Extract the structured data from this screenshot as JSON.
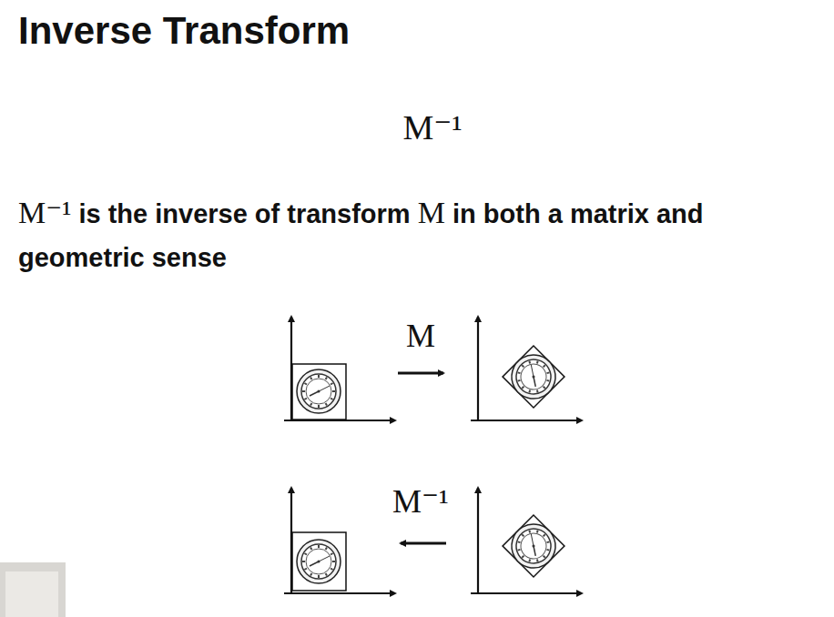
{
  "diagram": {
    "title": "Inverse Transform",
    "labels": [
      "M⁻¹",
      "M⁻¹",
      "is the inverse of transform",
      "M",
      "in both a matrix and geometric sense",
      "M",
      "M⁻¹"
    ]
  }
}
